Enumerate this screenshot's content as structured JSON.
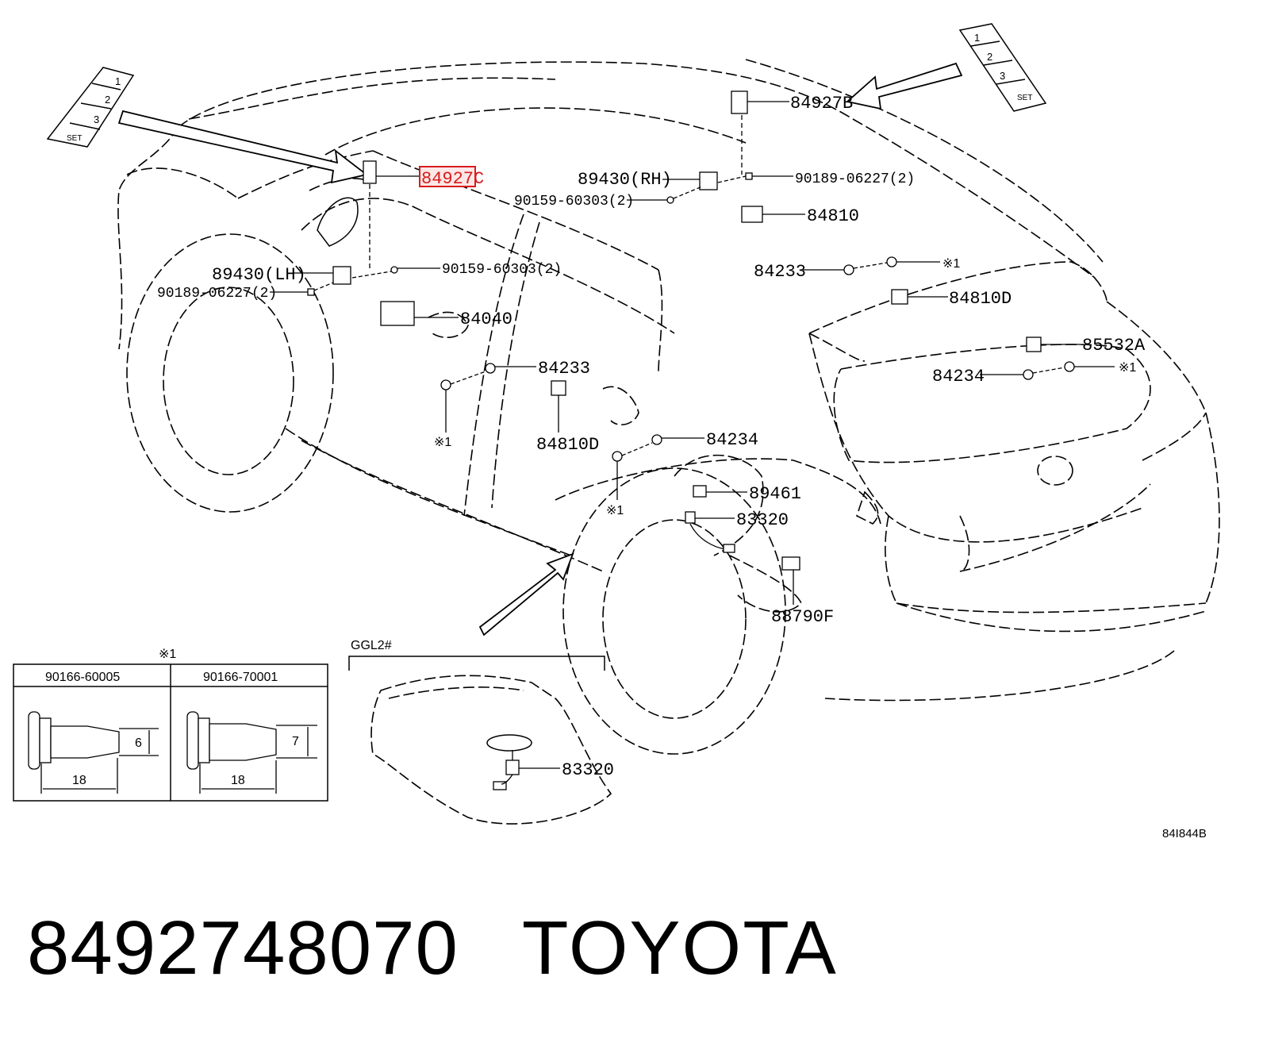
{
  "diagram": {
    "labels": {
      "p84927B": "84927B",
      "p84927C": "84927C",
      "p89430RH": "89430(RH)",
      "p90189_rh": "90189-06227(2)",
      "p90159_rh": "90159-60303(2)",
      "p84810": "84810",
      "p89430LH": "89430(LH)",
      "p90159_lh": "90159-60303(2)",
      "p90189_lh": "90189-06227(2)",
      "p84040": "84040",
      "p84233_a": "84233",
      "p84233_b": "84233",
      "p84810D_a": "84810D",
      "p84810D_b": "84810D",
      "p85532A": "85532A",
      "p84234_a": "84234",
      "p84234_b": "84234",
      "p89461": "89461",
      "p83320_a": "83320",
      "p83320_b": "83320",
      "p88790F": "88790F",
      "note_a": "※1",
      "note_b": "※1",
      "note_c": "※1",
      "note_d": "※1",
      "note_e": "※1",
      "ggl": "GGL2#",
      "code": "84I844B"
    },
    "switch_panel": {
      "b1": "1",
      "b2": "2",
      "b3": "3",
      "set": "SET"
    },
    "clip_table": {
      "note": "※1",
      "col1": {
        "part": "90166-60005",
        "diameter": "6",
        "length": "18"
      },
      "col2": {
        "part": "90166-70001",
        "diameter": "7",
        "length": "18"
      }
    }
  },
  "footer": {
    "part_number": "8492748070",
    "brand": "TOYOTA"
  },
  "colors": {
    "highlight": "#d81c1c"
  }
}
